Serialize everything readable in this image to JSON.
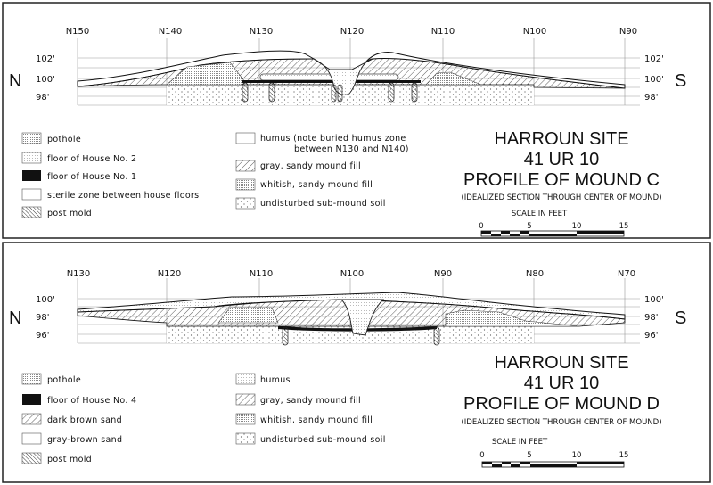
{
  "panels": [
    {
      "stations": [
        "N150",
        "N140",
        "N130",
        "N120",
        "N110",
        "N100",
        "N90"
      ],
      "elevations": [
        "102'",
        "100'",
        "98'"
      ],
      "north": "N",
      "south": "S",
      "legend_left": [
        "pothole",
        "floor of House No. 2",
        "floor of House No. 1",
        "sterile zone between house floors",
        "post mold"
      ],
      "legend_right": [
        "humus (note buried humus zone",
        "between N130 and N140)",
        "gray, sandy mound fill",
        "whitish, sandy mound fill",
        "undisturbed sub-mound soil"
      ],
      "title": "HARROUN SITE",
      "site_no": "41 UR 10",
      "profile": "PROFILE OF MOUND C",
      "subtitle": "(IDEALIZED SECTION THROUGH CENTER OF MOUND)",
      "scale_label": "SCALE IN FEET",
      "scale_ticks": [
        "0",
        "5",
        "10",
        "15"
      ]
    },
    {
      "stations": [
        "N130",
        "N120",
        "N110",
        "N100",
        "N90",
        "N80",
        "N70"
      ],
      "elevations": [
        "100'",
        "98'",
        "96'"
      ],
      "north": "N",
      "south": "S",
      "legend_left": [
        "pothole",
        "floor of House No. 4",
        "dark brown sand",
        "gray-brown sand",
        "post mold"
      ],
      "legend_right": [
        "humus",
        "gray, sandy mound fill",
        "whitish, sandy mound fill",
        "undisturbed sub-mound soil"
      ],
      "title": "HARROUN SITE",
      "site_no": "41 UR 10",
      "profile": "PROFILE OF MOUND D",
      "subtitle": "(IDEALIZED SECTION THROUGH CENTER OF MOUND)",
      "scale_label": "SCALE IN FEET",
      "scale_ticks": [
        "0",
        "5",
        "10",
        "15"
      ]
    }
  ]
}
